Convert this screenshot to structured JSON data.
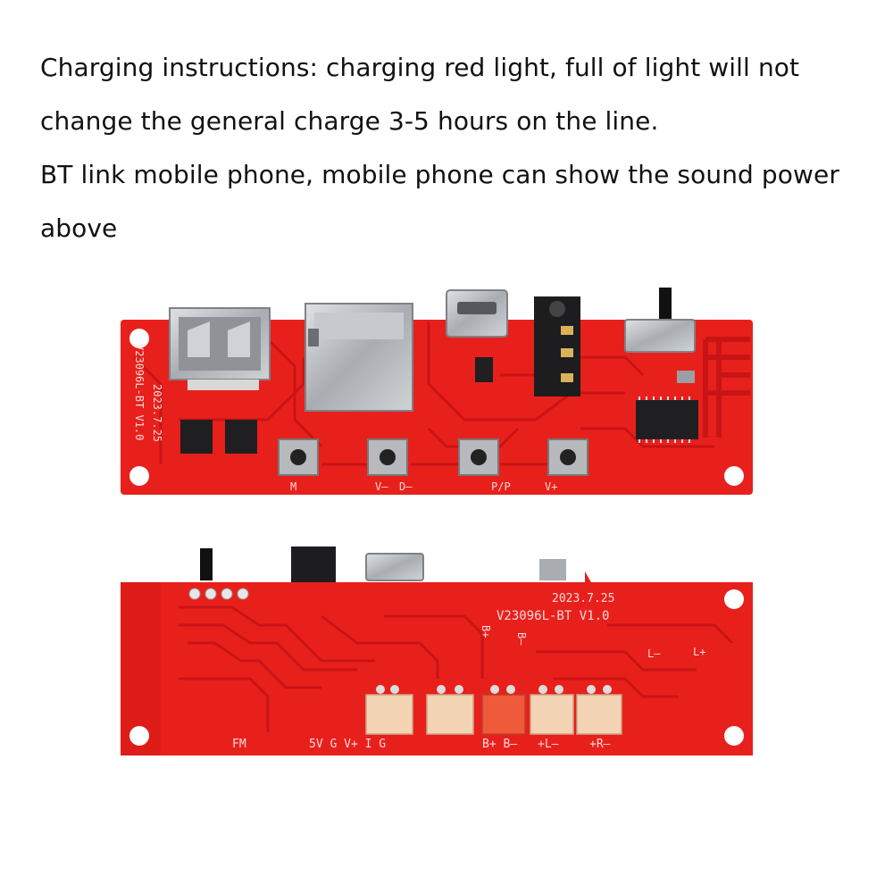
{
  "caption": {
    "line1": "Charging instructions: charging red light, full of light will not",
    "line2": "change the general charge 3-5 hours on the line.",
    "line3": "BT link mobile phone, mobile phone can show the sound power",
    "line4": "above"
  },
  "top_board": {
    "date": "2023.7.25",
    "model": "V23096L-BT V1.0",
    "buttons": [
      "M",
      "V–",
      "D–",
      "P/P",
      "V+"
    ]
  },
  "bottom_board": {
    "date": "2023.7.25",
    "model": "V23096L-BT V1.0",
    "labels": {
      "fm": "FM",
      "power": "5V G V+ I G",
      "battery": "B+ B–",
      "left": "+L–",
      "right": "+R–",
      "b_plus": "B+",
      "b_minus": "B–",
      "l_minus": "L–",
      "l_plus": "L+"
    }
  },
  "colors": {
    "pcb_red": "#e8201c",
    "pcb_dark": "#c81414",
    "silkscreen": "#ffd9d9",
    "metal": "#b9bcc0",
    "connector_cream": "#f3d4b4",
    "connector_orange": "#ee5a3a"
  }
}
